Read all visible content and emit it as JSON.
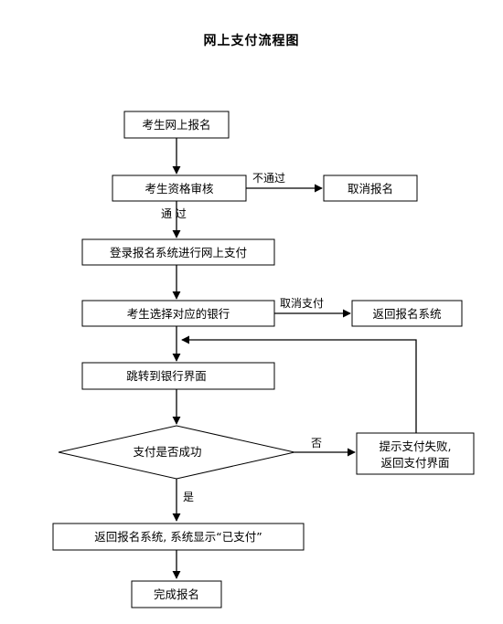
{
  "title": "网上支付流程图",
  "nodes": {
    "signup": "考生网上报名",
    "review": "考生资格审核",
    "cancel_signup": "取消报名",
    "login_pay": "登录报名系统进行网上支付",
    "choose_bank": "考生选择对应的银行",
    "return_system": "返回报名系统",
    "redirect_bank": "跳转到银行界面",
    "pay_success_q": "支付是否成功",
    "prompt_fail_line1": "提示支付失败,",
    "prompt_fail_line2": "返回支付界面",
    "return_paid": "返回报名系统, 系统显示“已支付”",
    "complete": "完成报名"
  },
  "edge_labels": {
    "not_pass": "不通过",
    "pass": "通 过",
    "cancel_pay": "取消支付",
    "no": "否",
    "yes": "是"
  }
}
